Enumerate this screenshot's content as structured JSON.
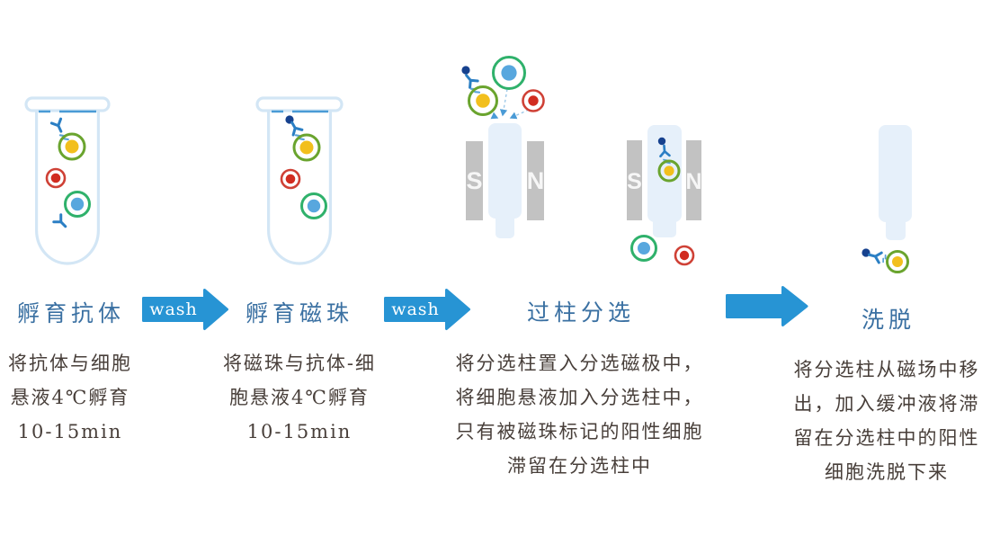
{
  "steps": [
    {
      "title": "孵育抗体",
      "description_lines": [
        "将抗体与细胞",
        "悬液4℃孵育",
        "10-15min"
      ]
    },
    {
      "title": "孵育磁珠",
      "description_lines": [
        "将磁珠与抗体-细",
        "胞悬液4℃孵育",
        "10-15min"
      ]
    },
    {
      "title": "过柱分选",
      "description_lines": [
        "将分选柱置入分选磁极中，",
        "将细胞悬液加入分选柱中，",
        "只有被磁珠标记的阳性细胞",
        "滞留在分选柱中"
      ]
    },
    {
      "title": "洗脱",
      "description_lines": [
        "将分选柱从磁场中移",
        "出，加入缓冲液将滞",
        "留在分选柱中的阳性",
        "细胞洗脱下来"
      ]
    }
  ],
  "arrows": [
    {
      "label": "wash"
    },
    {
      "label": "wash"
    },
    {
      "label": ""
    }
  ],
  "magnet_labels": {
    "south": "S",
    "north": "N"
  },
  "colors": {
    "arrow_blue": "#2794d4",
    "title_blue": "#3a70a2",
    "description_text": "#483f3a",
    "tube_outline": "#d3e6f5",
    "liquid_dash_blue": "#4a9bd6",
    "column_fill": "#e6f0fa",
    "magnet_gray": "#c2c2c2",
    "antibody_blue": "#2b7fc4",
    "magnetic_bead_navy": "#16418e",
    "positive_cell_yellow": "#f2bf1d",
    "positive_ring_green": "#6aa42e",
    "negative_cell_red": "#d12c20",
    "negative_ring_red": "#cf4136",
    "negative_cell_blue": "#58a7de",
    "negative_ring_green": "#2fb16b"
  }
}
